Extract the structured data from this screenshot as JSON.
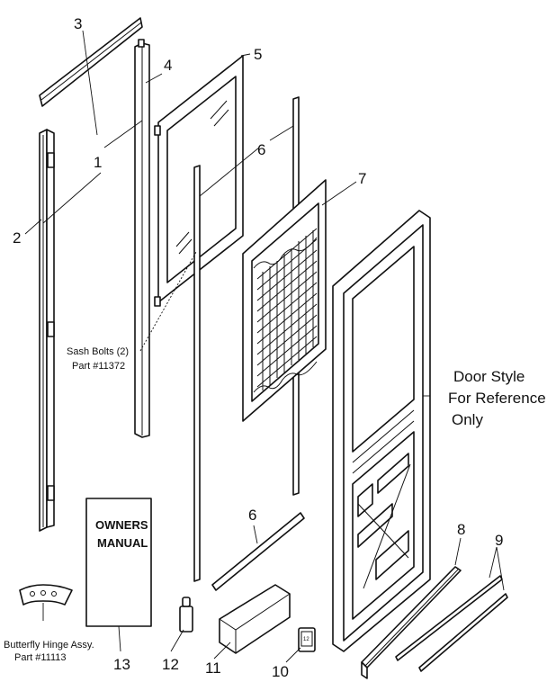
{
  "callouts": {
    "c1": "1",
    "c2": "2",
    "c3": "3",
    "c4": "4",
    "c5": "5",
    "c6a": "6",
    "c6b": "6",
    "c7": "7",
    "c8": "8",
    "c9": "9",
    "c10": "10",
    "c11": "11",
    "c12": "12",
    "c13": "13"
  },
  "notes": {
    "sash_bolts_line1": "Sash Bolts (2)",
    "sash_bolts_line2": "Part #11372",
    "door_style_line1": "Door Style",
    "door_style_line2": "For Reference",
    "door_style_line3": "Only",
    "hinge_line1": "Butterfly Hinge Assy.",
    "hinge_line2": "Part #11113"
  },
  "manual": {
    "line1": "OWNERS",
    "line2": "MANUAL"
  },
  "badge": {
    "number": "12"
  }
}
